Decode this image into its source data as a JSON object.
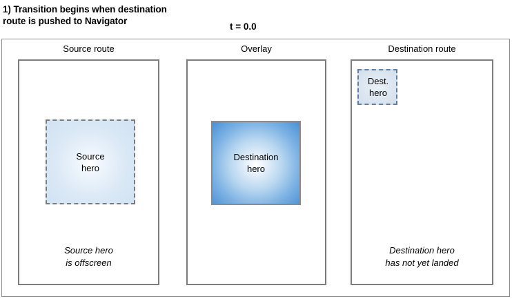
{
  "header": {
    "step_title_line1": "1) Transition begins when destination",
    "step_title_line2": "route is pushed to Navigator",
    "time_label": "t = 0.0"
  },
  "panels": [
    {
      "key": "source",
      "title": "Source route",
      "hero": {
        "label_line1": "Source",
        "label_line2": "hero",
        "border_style": "dashed",
        "border_color": "#7a7a7a",
        "fill_color": "#dce9f6"
      },
      "caption_line1": "Source hero",
      "caption_line2": "is offscreen"
    },
    {
      "key": "overlay",
      "title": "Overlay",
      "hero": {
        "label_line1": "Destination",
        "label_line2": "hero",
        "border_style": "solid",
        "border_color": "#8a8a8a",
        "fill_color": "#4a90d4"
      },
      "caption_line1": "",
      "caption_line2": ""
    },
    {
      "key": "destination",
      "title": "Destination route",
      "hero": {
        "label_line1": "Dest.",
        "label_line2": "hero",
        "border_style": "dashed",
        "border_color": "#5b7fa6",
        "fill_color": "#dde7f1"
      },
      "caption_line1": "Destination hero",
      "caption_line2": "has not yet landed"
    }
  ],
  "colors": {
    "frame": "#8c8c8c",
    "panel_border": "#7d7d7d",
    "background": "#ffffff",
    "text": "#000000"
  }
}
